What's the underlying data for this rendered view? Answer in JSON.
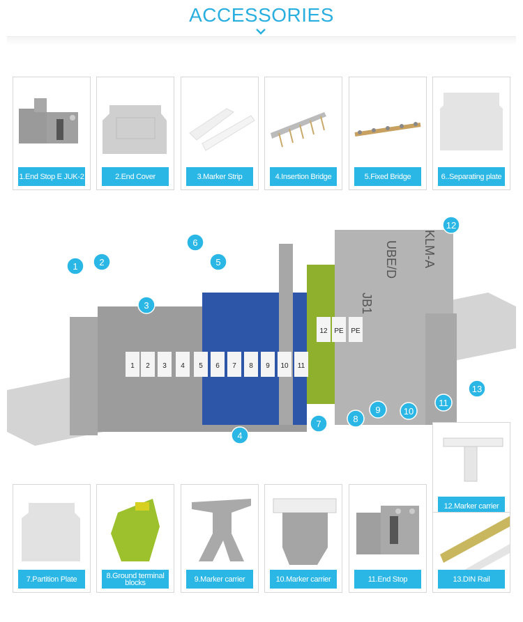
{
  "title": "ACCESSORIES",
  "accent": "#2ab7e6",
  "top_items": [
    {
      "label": "1.End Stop E JUK-2"
    },
    {
      "label": "2.End Cover"
    },
    {
      "label": "3.Marker Strip"
    },
    {
      "label": "4.Insertion Bridge"
    },
    {
      "label": "5.Fixed Bridge"
    },
    {
      "label": "6..Separating plate"
    }
  ],
  "bottom_items": [
    {
      "label": "7.Partition Plate"
    },
    {
      "label": "8.Ground terminal blocks"
    },
    {
      "label": "9.Marker carrier"
    },
    {
      "label": "10.Marker carrier"
    },
    {
      "label": "11.End Stop"
    },
    {
      "label": "12.Marker carrier"
    },
    {
      "label": "13.DIN Rail"
    }
  ],
  "diagram": {
    "callouts": [
      "1",
      "2",
      "3",
      "4",
      "5",
      "6",
      "7",
      "8",
      "9",
      "10",
      "11",
      "12",
      "13"
    ],
    "terminal_numbers": [
      "1",
      "2",
      "3",
      "4",
      "5",
      "6",
      "7",
      "8",
      "9",
      "10",
      "11",
      "12",
      "PE",
      "PE"
    ],
    "marker_texts": [
      "JB1",
      "UBE/D",
      "KLM-A"
    ]
  }
}
